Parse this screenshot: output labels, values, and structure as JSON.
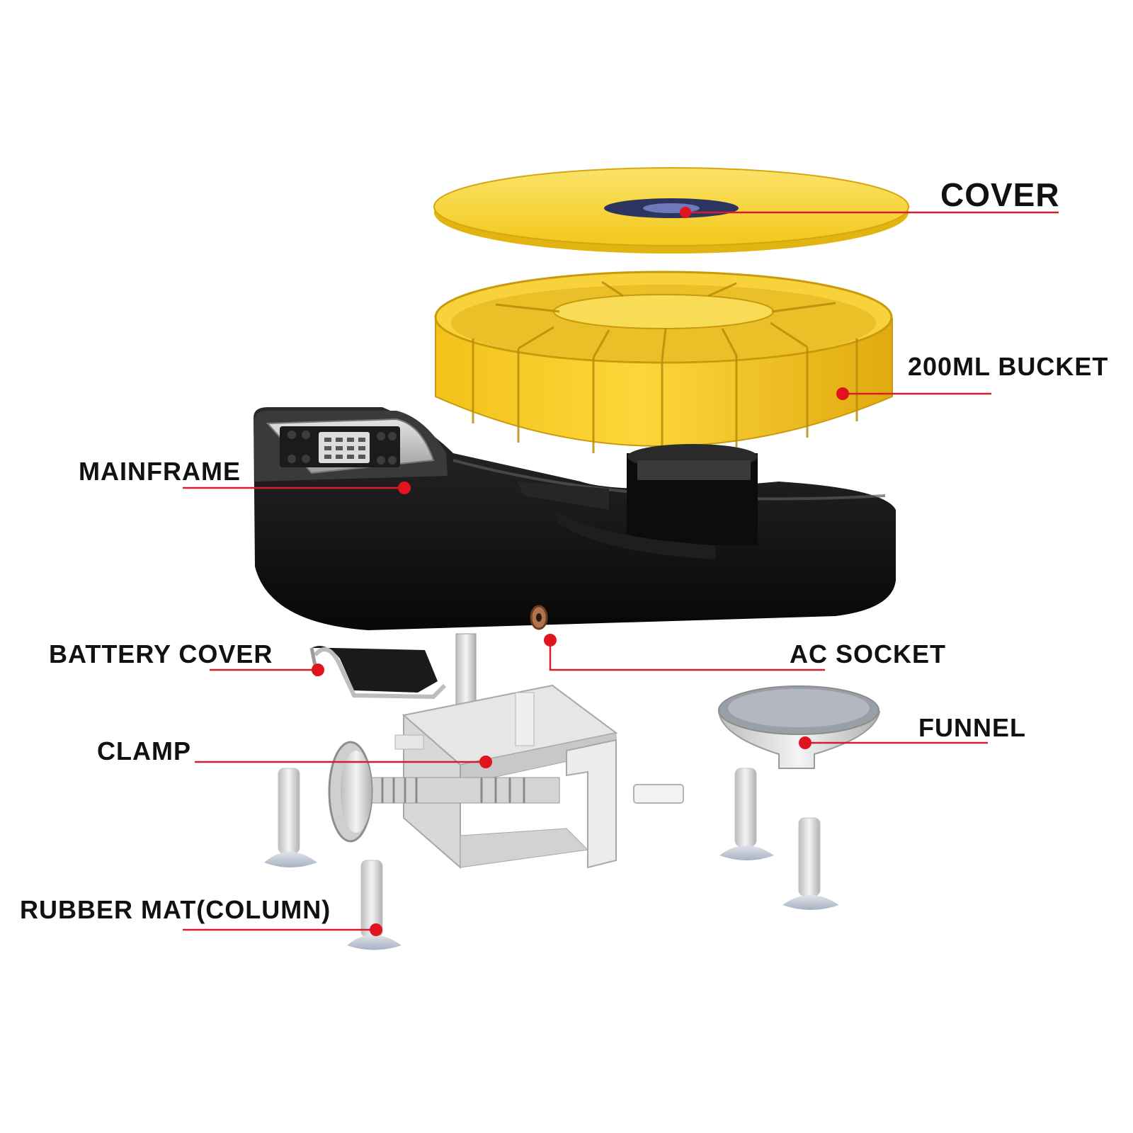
{
  "colors": {
    "leader_line": "#d21f2a",
    "leader_dot": "#e0141e",
    "bucket_yellow": "#f6cc1c",
    "mainframe_black": "#121212",
    "metal_silver": "#d4d4d4"
  },
  "labels": {
    "cover": "COVER",
    "bucket": "200ML BUCKET",
    "mainframe": "MAINFRAME",
    "battery_cover": "BATTERY COVER",
    "ac_socket": "AC SOCKET",
    "clamp": "CLAMP",
    "funnel": "FUNNEL",
    "rubber_mat": "RUBBER MAT(COLUMN)"
  }
}
